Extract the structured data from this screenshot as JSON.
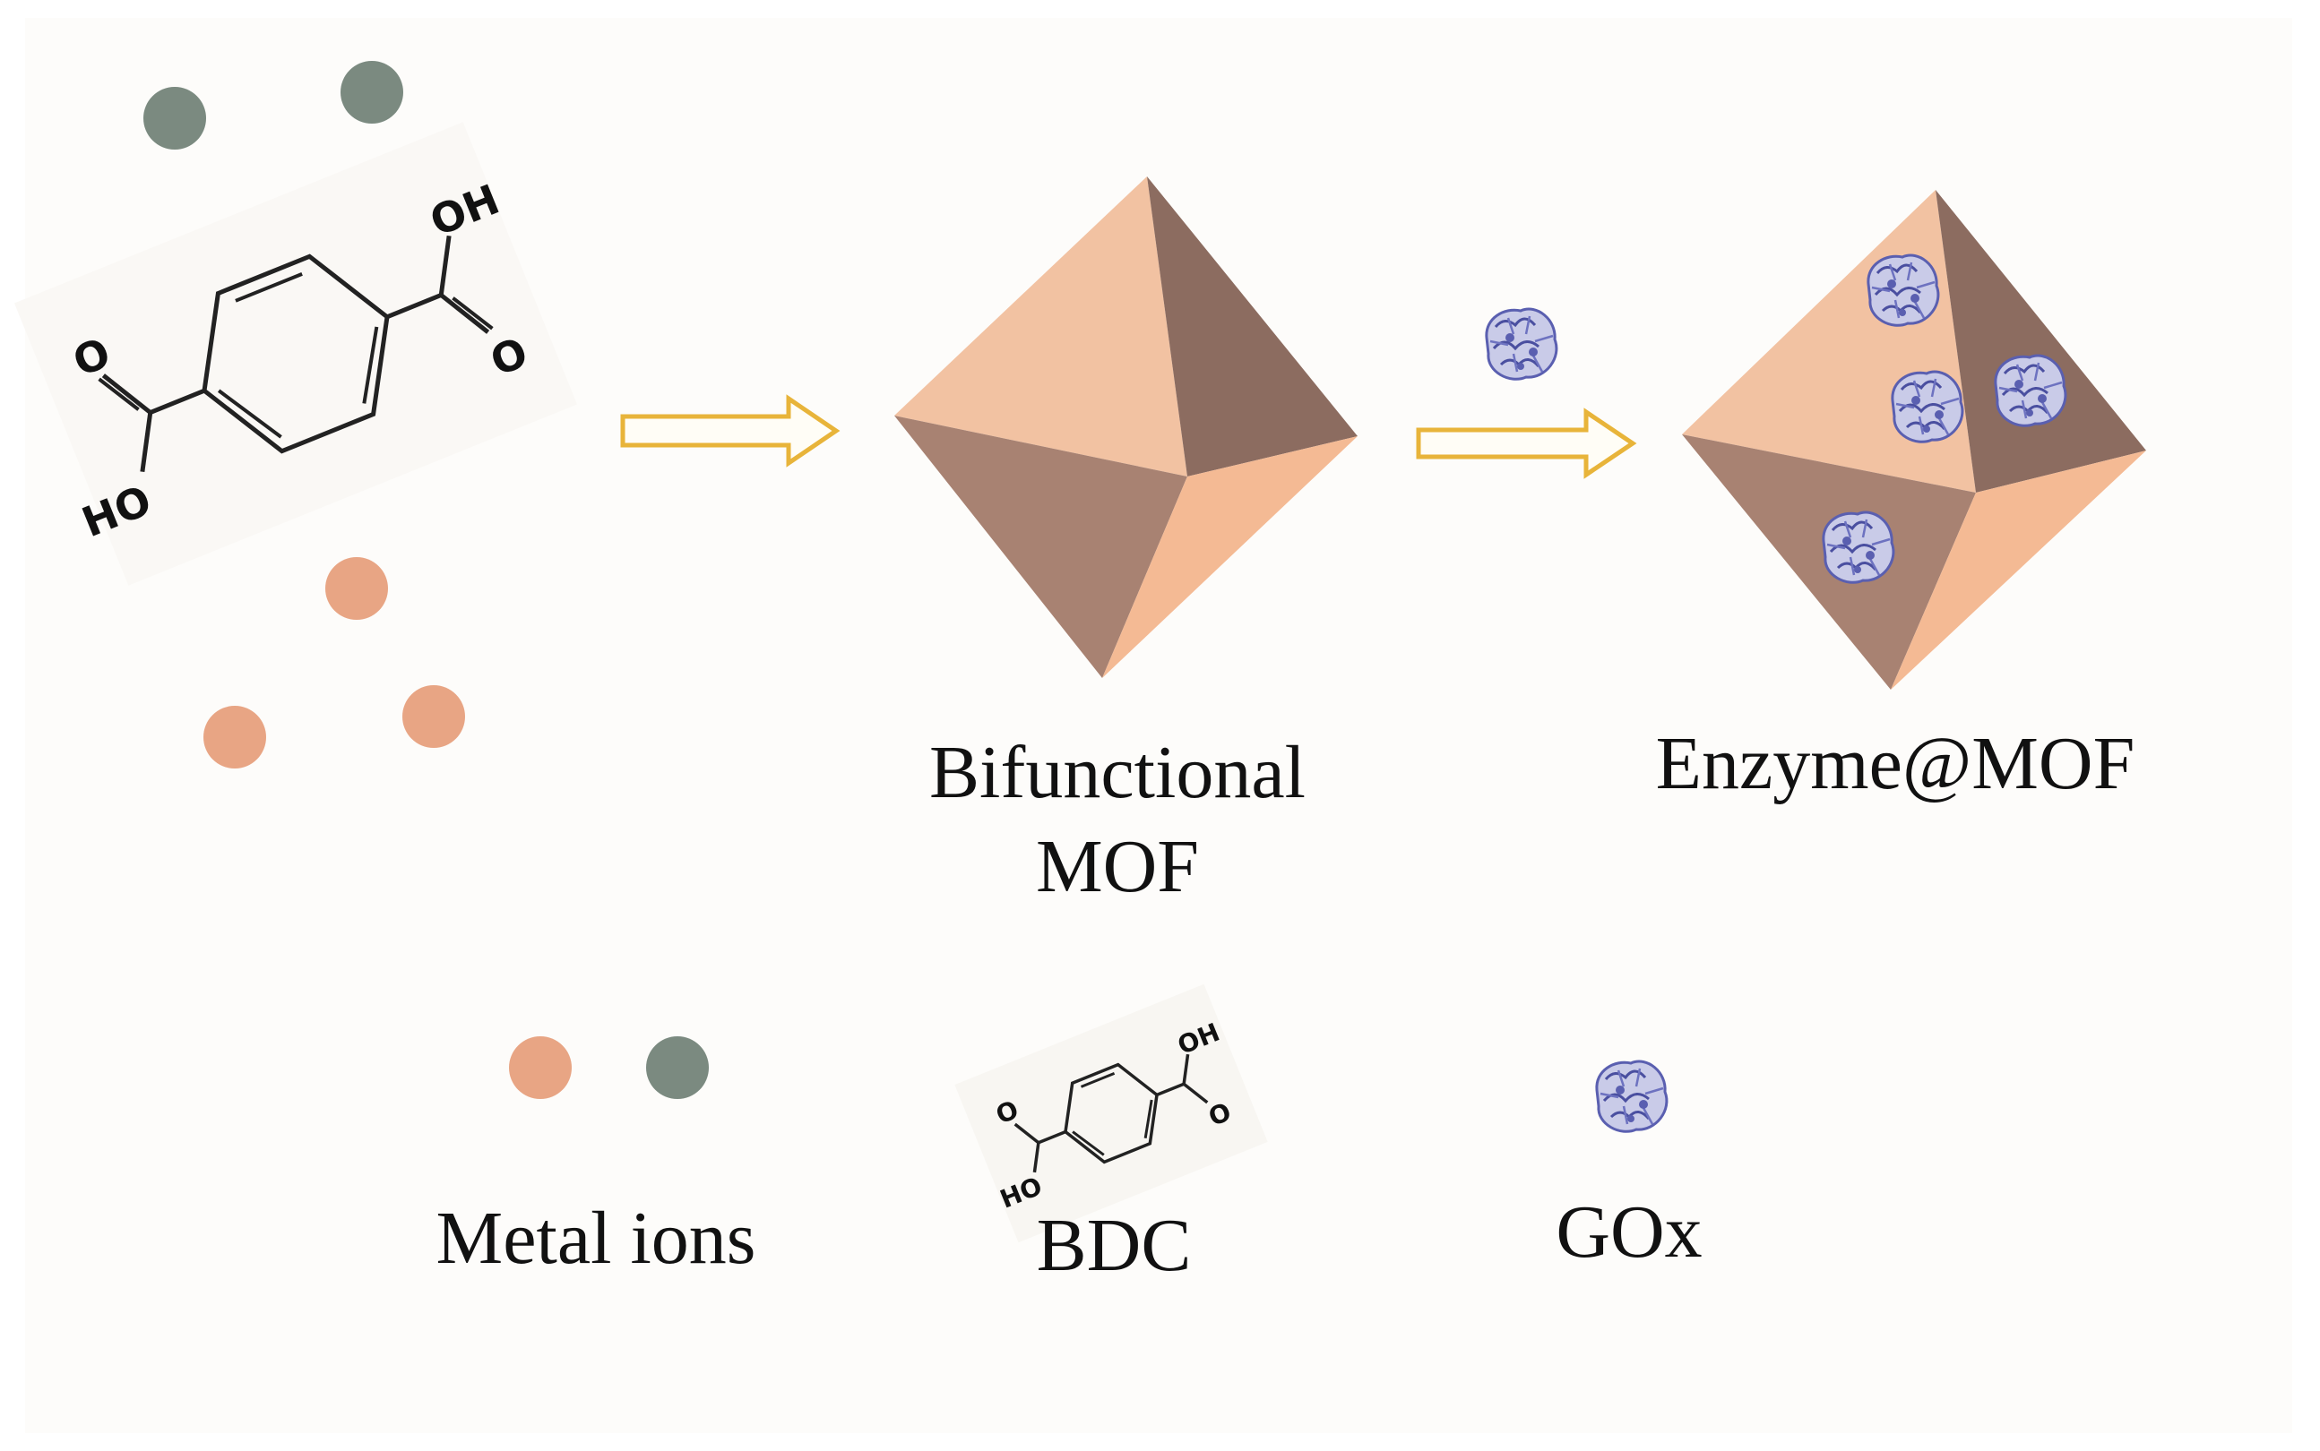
{
  "labels": {
    "bifunctional_line1": "Bifunctional",
    "bifunctional_line2": "MOF",
    "enzyme_mof": "Enzyme@MOF",
    "metal_ions": "Metal ions",
    "bdc": "BDC",
    "gox": "GOx"
  },
  "molecule_atoms": {
    "oh": "OH",
    "ho": "HO",
    "o": "O"
  },
  "colors": {
    "metal_ion_peach": "#e8a584",
    "metal_ion_grey": "#7b8a80",
    "arrow_outline": "#e8b43a",
    "octa_light": "#f2c2a2",
    "octa_dark": "#8c6c60",
    "octa_mid": "#a88272",
    "octa_bright": "#f4ba94",
    "enzyme_blue": "#5a5fb0",
    "background": "#fdfcfa"
  },
  "icons": [
    "metal-ion-icon",
    "bdc-molecule-icon",
    "arrow-icon",
    "octahedron-icon",
    "enzyme-icon"
  ]
}
